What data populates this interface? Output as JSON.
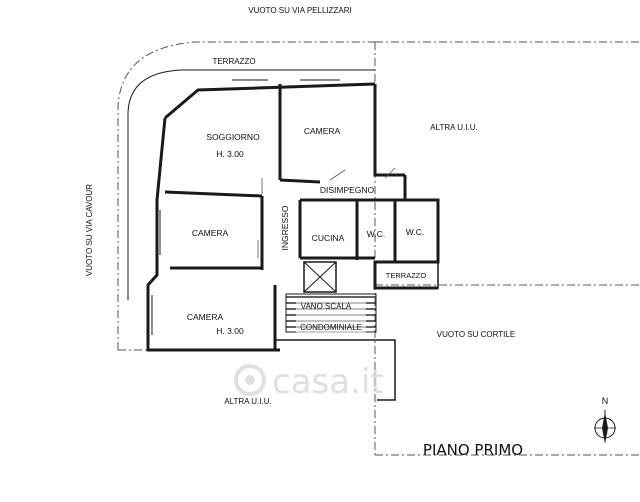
{
  "labels": {
    "north_street": "VUOTO SU VIA PELLIZZARI",
    "west_street": "VUOTO SU VIA CAVOUR",
    "terrace_top": "TERRAZZO",
    "terrace_small": "TERRAZZO",
    "living_name": "SOGGIORNO",
    "living_height": "H. 3.00",
    "bedroom_1": "CAMERA",
    "bedroom_2": "CAMERA",
    "bedroom_3_name": "CAMERA",
    "bedroom_3_height": "H. 3.00",
    "hallway": "DISIMPEGNO",
    "entrance": "INGRESSO",
    "kitchen": "CUCINA",
    "wc_1": "W.C.",
    "wc_2": "W.C.",
    "stair_1": "VANO SCALA",
    "stair_2": "CONDOMINIALE",
    "other_unit_right": "ALTRA U.I.U.",
    "other_unit_bottom": "ALTRA U.I.U.",
    "courtyard": "VUOTO SU CORTILE",
    "floor_title": "PIANO PRIMO",
    "north_letter": "N",
    "watermark": "casa.it"
  },
  "colors": {
    "line": "#1a1a1a",
    "dash": "#555555",
    "watermark": "#c8c8c8"
  },
  "icons": {
    "compass": "north-arrow-icon",
    "stairs": "stair-x-icon",
    "logo": "casa-logo-icon"
  }
}
